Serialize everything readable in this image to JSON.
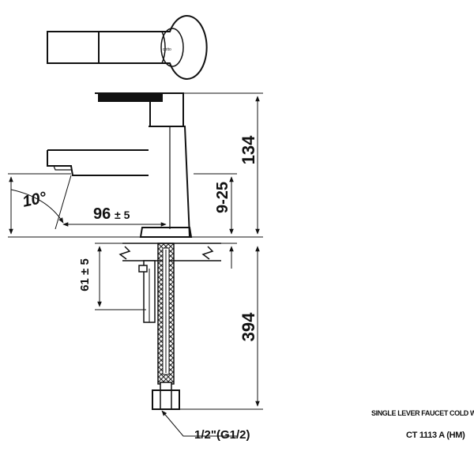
{
  "dimensions": {
    "total_height": "134",
    "aerator_offset": "9-25",
    "spout_reach": "96",
    "spout_reach_tol": "± 5",
    "spout_angle": "10°",
    "shank_length": "61 ± 5",
    "hose_length": "394",
    "thread_size": "1/2\"(G1/2)"
  },
  "title_block": {
    "product_name": "SINGLE LEVER FAUCET COLD W",
    "product_code": "CT 1113 A (HM)"
  },
  "logo_text": "cotto"
}
